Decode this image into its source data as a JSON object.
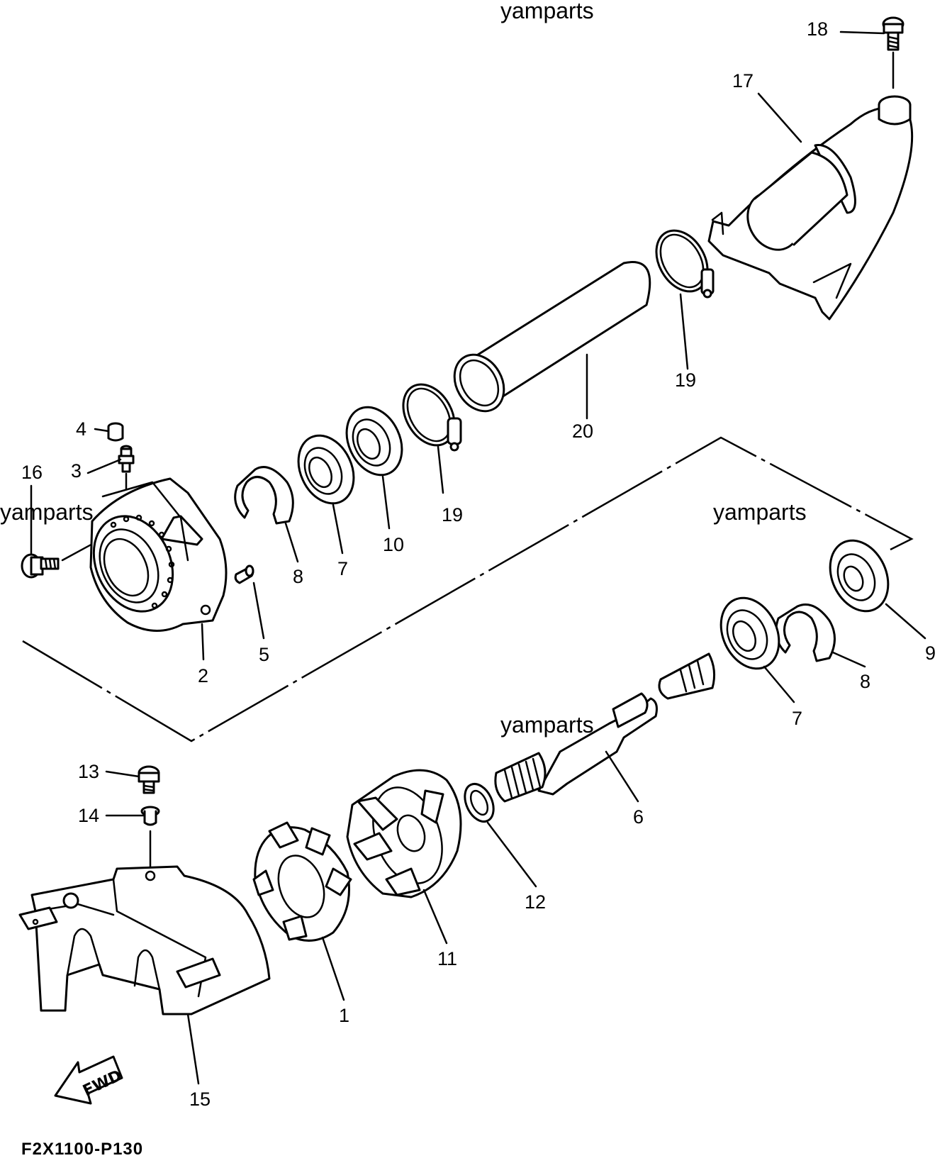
{
  "watermarks": [
    "yamparts",
    "yamparts",
    "yamparts",
    "yamparts"
  ],
  "diagram_code": "F2X1100-P130",
  "direction_arrow_label": "FWD",
  "callouts": [
    {
      "id": "c18",
      "label": "18"
    },
    {
      "id": "c17",
      "label": "17"
    },
    {
      "id": "c19a",
      "label": "19"
    },
    {
      "id": "c20",
      "label": "20"
    },
    {
      "id": "c19b",
      "label": "19"
    },
    {
      "id": "c4",
      "label": "4"
    },
    {
      "id": "c3",
      "label": "3"
    },
    {
      "id": "c16",
      "label": "16"
    },
    {
      "id": "c8a",
      "label": "8"
    },
    {
      "id": "c7a",
      "label": "7"
    },
    {
      "id": "c10",
      "label": "10"
    },
    {
      "id": "c5",
      "label": "5"
    },
    {
      "id": "c2",
      "label": "2"
    },
    {
      "id": "c9",
      "label": "9"
    },
    {
      "id": "c8b",
      "label": "8"
    },
    {
      "id": "c7b",
      "label": "7"
    },
    {
      "id": "c6",
      "label": "6"
    },
    {
      "id": "c12",
      "label": "12"
    },
    {
      "id": "c13",
      "label": "13"
    },
    {
      "id": "c14",
      "label": "14"
    },
    {
      "id": "c11",
      "label": "11"
    },
    {
      "id": "c1",
      "label": "1"
    },
    {
      "id": "c15",
      "label": "15"
    }
  ]
}
